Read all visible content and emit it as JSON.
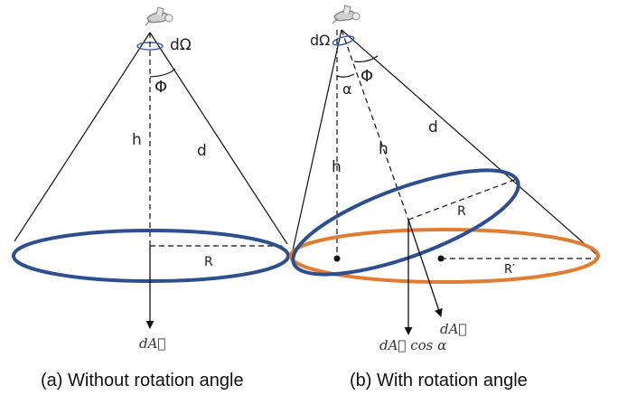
{
  "panel_a": {
    "solid_angle": "dΩ",
    "angle": "Φ",
    "height": "h",
    "distance": "d",
    "radius": "R",
    "area_vector": "dA⃗",
    "caption": "(a) Without rotation angle"
  },
  "panel_b": {
    "solid_angle": "dΩ",
    "angle": "Φ",
    "tilt_angle": "α",
    "height_vertical": "h",
    "height_tilted": "h",
    "distance": "d",
    "radius_tilted": "R",
    "radius_projected": "R′",
    "area_vector_tilted": "dA⃗",
    "area_vector_projected": "dA⃗ cos α",
    "caption": "(b) With rotation angle"
  },
  "colors": {
    "tilted_disc": "#2e4f8f",
    "projected_disc": "#e07d33",
    "lines": "#111111"
  },
  "icons": [
    "satellite-icon"
  ]
}
